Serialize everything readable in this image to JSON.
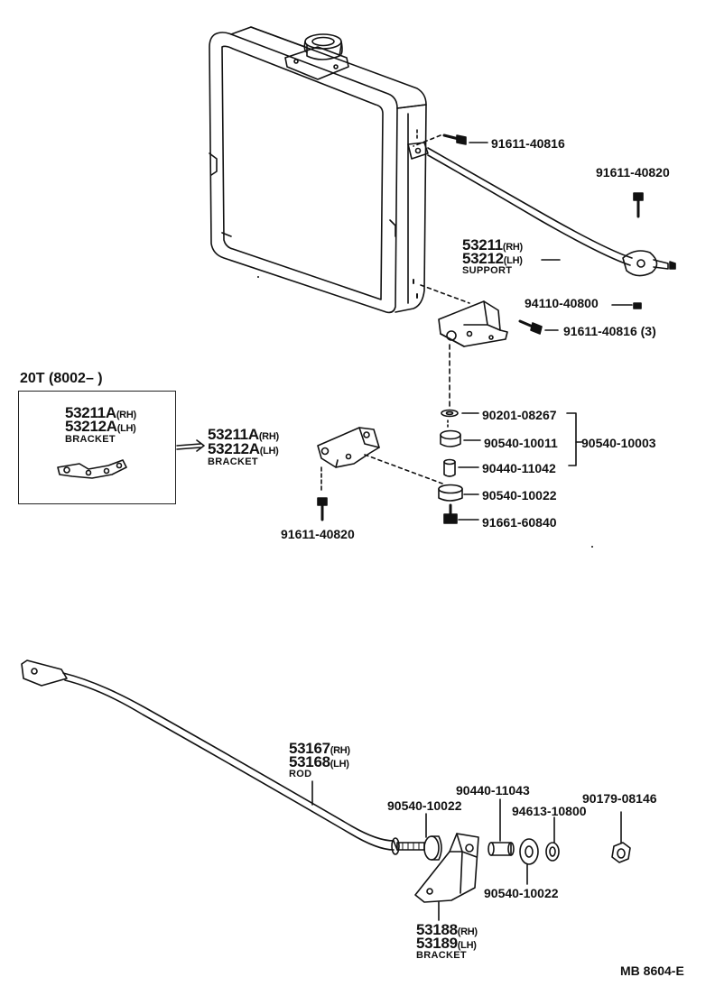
{
  "ink": "#111111",
  "inset": {
    "header": "20T (8002–        )",
    "bracket_rh": "53211A",
    "bracket_rh_sfx": "(RH)",
    "bracket_lh": "53212A",
    "bracket_lh_sfx": "(LH)",
    "bracket_caption": "BRACKET"
  },
  "callouts": {
    "bolt_top": "91611-40816",
    "bolt_right": "91611-40820",
    "support_rh": "53211",
    "support_rh_sfx": "(RH)",
    "support_lh": "53212",
    "support_lh_sfx": "(LH)",
    "support_caption": "SUPPORT",
    "nut_small": "94110-40800",
    "bolt_support": "91611-40816 (3)",
    "washer": "90201-08267",
    "cushion_upper": "90540-10011",
    "cushion_set": "90540-10003",
    "collar": "90440-11042",
    "cushion_lower": "90540-10022",
    "bolt_bottom": "91661-60840",
    "bracket_a_rh": "53211A",
    "bracket_a_rh_sfx": "(RH)",
    "bracket_a_lh": "53212A",
    "bracket_a_lh_sfx": "(LH)",
    "bracket_a_caption": "BRACKET",
    "bolt_bracket": "91611-40820"
  },
  "rod_assembly": {
    "rod_rh": "53167",
    "rod_rh_sfx": "(RH)",
    "rod_lh": "53168",
    "rod_lh_sfx": "(LH)",
    "rod_caption": "ROD",
    "cushion_left": "90540-10022",
    "collar": "90440-11043",
    "washer": "94613-10800",
    "nut": "90179-08146",
    "cushion_right": "90540-10022",
    "bracket_rh": "53188",
    "bracket_rh_sfx": "(RH)",
    "bracket_lh": "53189",
    "bracket_lh_sfx": "(LH)",
    "bracket_caption": "BRACKET"
  },
  "footer": {
    "code": "MB  8604-E"
  }
}
